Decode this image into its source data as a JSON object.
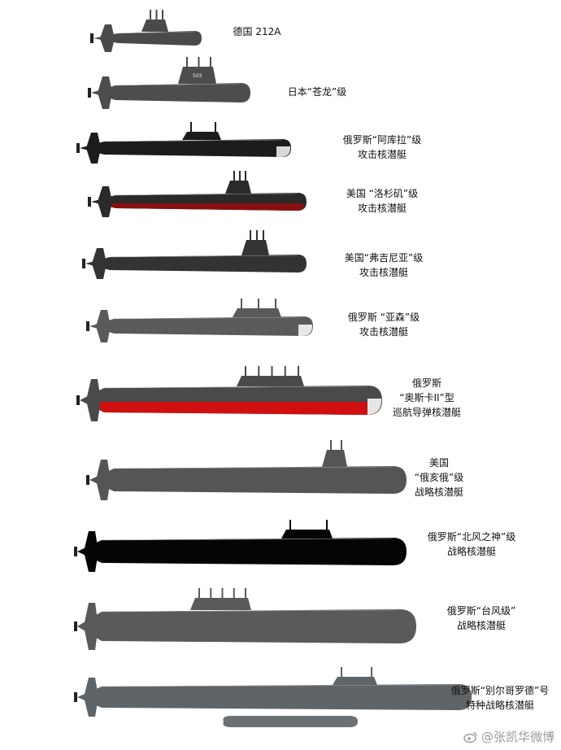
{
  "submarines": [
    {
      "id": "212a",
      "lines": [
        "德国 212A"
      ],
      "hull": "#4a4a4a",
      "belly": "#4a4a4a",
      "nose": "#4a4a4a"
    },
    {
      "id": "soryu",
      "lines": [
        "日本“苍龙”级"
      ],
      "hull": "#4d4d4d",
      "belly": "#4d4d4d",
      "nose": "#4d4d4d",
      "sail_text": "503"
    },
    {
      "id": "akula",
      "lines": [
        "俄罗斯“阿库拉”级",
        "攻击核潜艇"
      ],
      "hull": "#1c1c1c",
      "belly": "#1c1c1c",
      "nose": "#d8d8d8"
    },
    {
      "id": "los-angeles",
      "lines": [
        "美国 “洛杉矶”级",
        "攻击核潜艇"
      ],
      "hull": "#2a2a2a",
      "belly": "#8a1010",
      "nose": "#2a2a2a"
    },
    {
      "id": "virginia",
      "lines": [
        "美国“弗吉尼亚”级",
        "攻击核潜艇"
      ],
      "hull": "#333333",
      "belly": "#333333",
      "nose": "#333333"
    },
    {
      "id": "yasen",
      "lines": [
        "俄罗斯 “亚森”级",
        "攻击核潜艇"
      ],
      "hull": "#5a5a5a",
      "belly": "#5a5a5a",
      "nose": "#e6e6e6"
    },
    {
      "id": "oscar",
      "lines": [
        "俄罗斯",
        "“奥斯卡II”型",
        "巡航导弹核潜艇"
      ],
      "hull": "#4a4a4a",
      "belly": "#d01010",
      "nose": "#e6e6e6"
    },
    {
      "id": "ohio",
      "lines": [
        "美国",
        "“俄亥俄”级",
        "战略核潜艇"
      ],
      "hull": "#555555",
      "belly": "#555555",
      "nose": "#555555"
    },
    {
      "id": "borei",
      "lines": [
        "俄罗斯“北风之神”级",
        "战略核潜艇"
      ],
      "hull": "#050505",
      "belly": "#050505",
      "nose": "#050505"
    },
    {
      "id": "typhoon",
      "lines": [
        "俄罗斯“台风级”",
        "战略核潜艇"
      ],
      "hull": "#5a5a5a",
      "belly": "#5a5a5a",
      "nose": "#5a5a5a"
    },
    {
      "id": "belgorod",
      "lines": [
        "俄罗斯“别尔哥罗德”号",
        "特种战略核潜艇"
      ],
      "hull": "#5e6468",
      "belly": "#5e6468",
      "nose": "#5e6468"
    }
  ],
  "watermark": {
    "text": "@张凯华微博",
    "icon": "weibo-icon",
    "color": "#9a9a9a"
  }
}
